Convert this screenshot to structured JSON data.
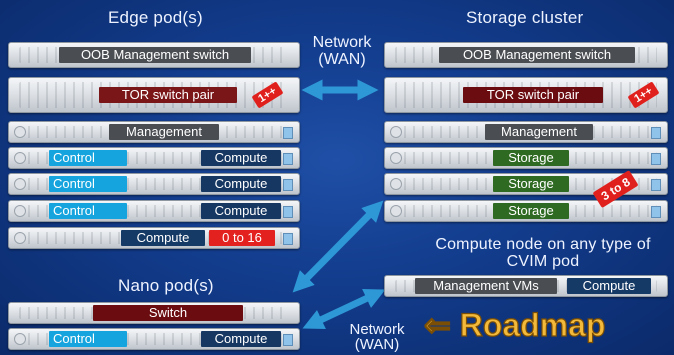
{
  "edge": {
    "title": "Edge pod(s)",
    "oob_switch": "OOB Management switch",
    "tor_pair": "TOR switch pair",
    "tor_badge": "1++",
    "management": "Management",
    "rows": [
      {
        "control": "Control",
        "compute": "Compute"
      },
      {
        "control": "Control",
        "compute": "Compute"
      },
      {
        "control": "Control",
        "compute": "Compute"
      }
    ],
    "compute_row": {
      "compute": "Compute",
      "count": "0 to 16"
    }
  },
  "network_top": {
    "line1": "Network",
    "line2": "(WAN)"
  },
  "storage": {
    "title": "Storage cluster",
    "oob_switch": "OOB Management switch",
    "tor_pair": "TOR switch pair",
    "tor_badge": "1++",
    "management": "Management",
    "storage_nodes": [
      "Storage",
      "Storage",
      "Storage"
    ],
    "storage_badge": "3 to 8"
  },
  "compute_node": {
    "title_line1": "Compute node on any type of",
    "title_line2": "CVIM pod",
    "mgmt_vms": "Management VMs",
    "compute": "Compute"
  },
  "nano": {
    "title": "Nano pod(s)",
    "switch": "Switch",
    "control": "Control",
    "compute": "Compute"
  },
  "network_bottom": {
    "line1": "Network",
    "line2": "(WAN)"
  },
  "roadmap": "⇐ Roadmap",
  "colors": {
    "background": "#123c8c",
    "arrow": "#2e98d6",
    "control": "#15a4dd",
    "compute": "#163762",
    "storage": "#2f6a22",
    "tor": "#7a1518",
    "badge": "#e0201d",
    "roadmap": "#f2b93a"
  },
  "icons": [
    "double-arrow-icon",
    "server-knob-icon",
    "server-lcd-icon"
  ]
}
